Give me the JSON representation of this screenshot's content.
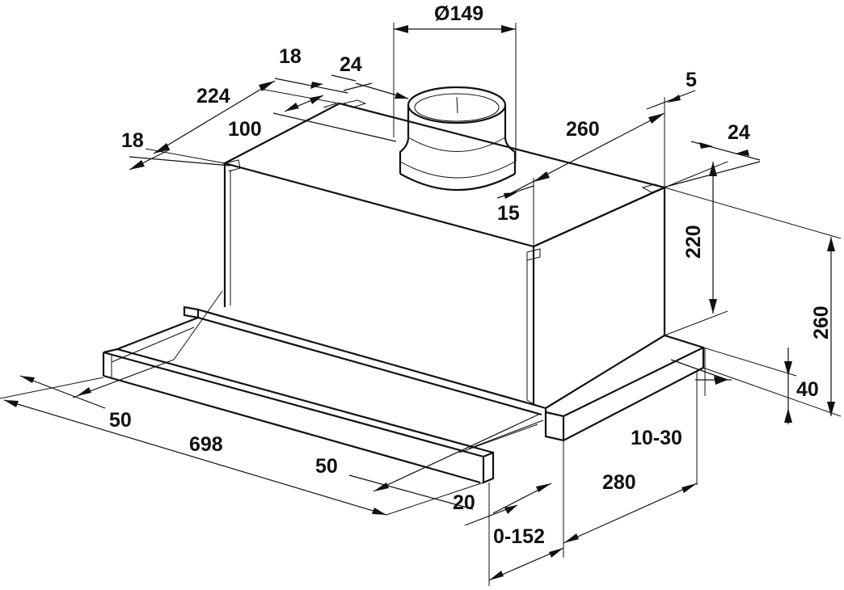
{
  "diagram": {
    "dimensions": {
      "duct_diameter": "Ø149",
      "top_left_18": "18",
      "top_24": "24",
      "width_224": "224",
      "offset_100": "100",
      "left_18": "18",
      "right_5": "5",
      "depth_260": "260",
      "right_24": "24",
      "offset_15": "15",
      "body_height_220": "220",
      "total_height_260": "260",
      "tray_height_40": "40",
      "range_10_30": "10-30",
      "depth_280": "280",
      "extension_0_152": "0-152",
      "front_20": "20",
      "front_50": "50",
      "width_698": "698",
      "left_50": "50"
    }
  }
}
